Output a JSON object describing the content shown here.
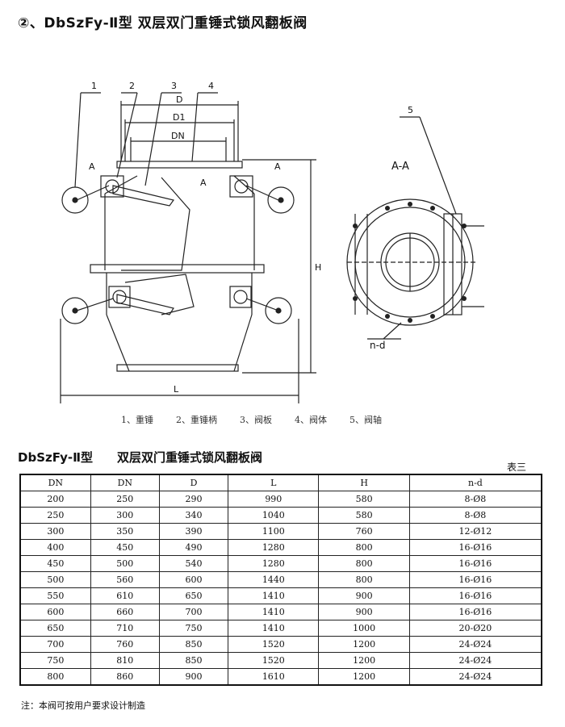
{
  "heading": "②、DbSzFy-Ⅱ型  双层双门重锤式锁风翻板阀",
  "drawing": {
    "callouts": [
      "1",
      "2",
      "3",
      "4",
      "5"
    ],
    "dims": {
      "D": "D",
      "D1": "D1",
      "DN": "DN",
      "H": "H",
      "L": "L"
    },
    "section_marks": {
      "A_left": "A",
      "A_right": "A",
      "A_mid": "A",
      "section_title": "A-A",
      "bolt_label": "n-d"
    }
  },
  "legend": [
    "1、重锤",
    "2、重锤柄",
    "3、阀板",
    "4、阀体",
    "5、阀轴"
  ],
  "table_title": {
    "model": "DbSzFy-Ⅱ型",
    "name": "双层双门重锤式锁风翻板阀"
  },
  "table_no": "表三",
  "table": {
    "headers": [
      "DN",
      "DN",
      "D",
      "L",
      "H",
      "n-d"
    ],
    "rows": [
      [
        "200",
        "250",
        "290",
        "990",
        "580",
        "8-Ø8"
      ],
      [
        "250",
        "300",
        "340",
        "1040",
        "580",
        "8-Ø8"
      ],
      [
        "300",
        "350",
        "390",
        "1100",
        "760",
        "12-Ø12"
      ],
      [
        "400",
        "450",
        "490",
        "1280",
        "800",
        "16-Ø16"
      ],
      [
        "450",
        "500",
        "540",
        "1280",
        "800",
        "16-Ø16"
      ],
      [
        "500",
        "560",
        "600",
        "1440",
        "800",
        "16-Ø16"
      ],
      [
        "550",
        "610",
        "650",
        "1410",
        "900",
        "16-Ø16"
      ],
      [
        "600",
        "660",
        "700",
        "1410",
        "900",
        "16-Ø16"
      ],
      [
        "650",
        "710",
        "750",
        "1410",
        "1000",
        "20-Ø20"
      ],
      [
        "700",
        "760",
        "850",
        "1520",
        "1200",
        "24-Ø24"
      ],
      [
        "750",
        "810",
        "850",
        "1520",
        "1200",
        "24-Ø24"
      ],
      [
        "800",
        "860",
        "900",
        "1610",
        "1200",
        "24-Ø24"
      ]
    ]
  },
  "note": "注：本阀可按用户要求设计制造"
}
